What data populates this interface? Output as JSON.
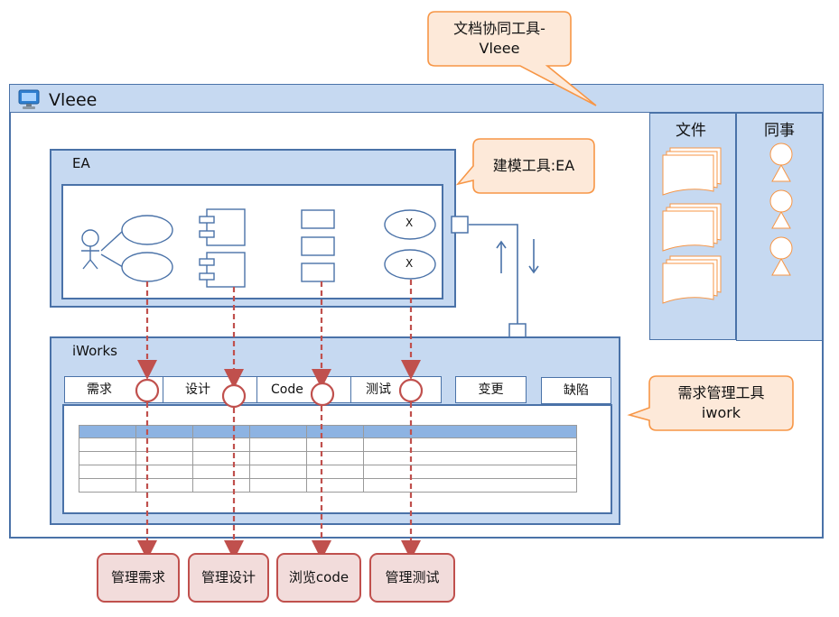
{
  "colors": {
    "panel_fill": "#c6d9f1",
    "panel_border": "#4a72a8",
    "callout_fill": "#fde9d9",
    "callout_border": "#f79646",
    "output_fill": "#f2dcdb",
    "output_border": "#c0504d",
    "table_header": "#8db3e2"
  },
  "window": {
    "title": "Vleee",
    "icon": "monitor-icon"
  },
  "callouts": {
    "top": {
      "line1": "文档协同工具-",
      "line2": "Vleee"
    },
    "ea": {
      "text": "建模工具:EA"
    },
    "iwork": {
      "line1": "需求管理工具",
      "line2": "iwork"
    }
  },
  "ea": {
    "title": "EA",
    "oval_labels": [
      "X",
      "X"
    ]
  },
  "iworks": {
    "title": "iWorks",
    "tabs": [
      "需求",
      "设计",
      "Code",
      "测试",
      "变更",
      "缺陷"
    ]
  },
  "side": {
    "files": {
      "title": "文件"
    },
    "colleagues": {
      "title": "同事"
    }
  },
  "outputs": [
    "管理需求",
    "管理设计",
    "浏览code",
    "管理测试"
  ]
}
